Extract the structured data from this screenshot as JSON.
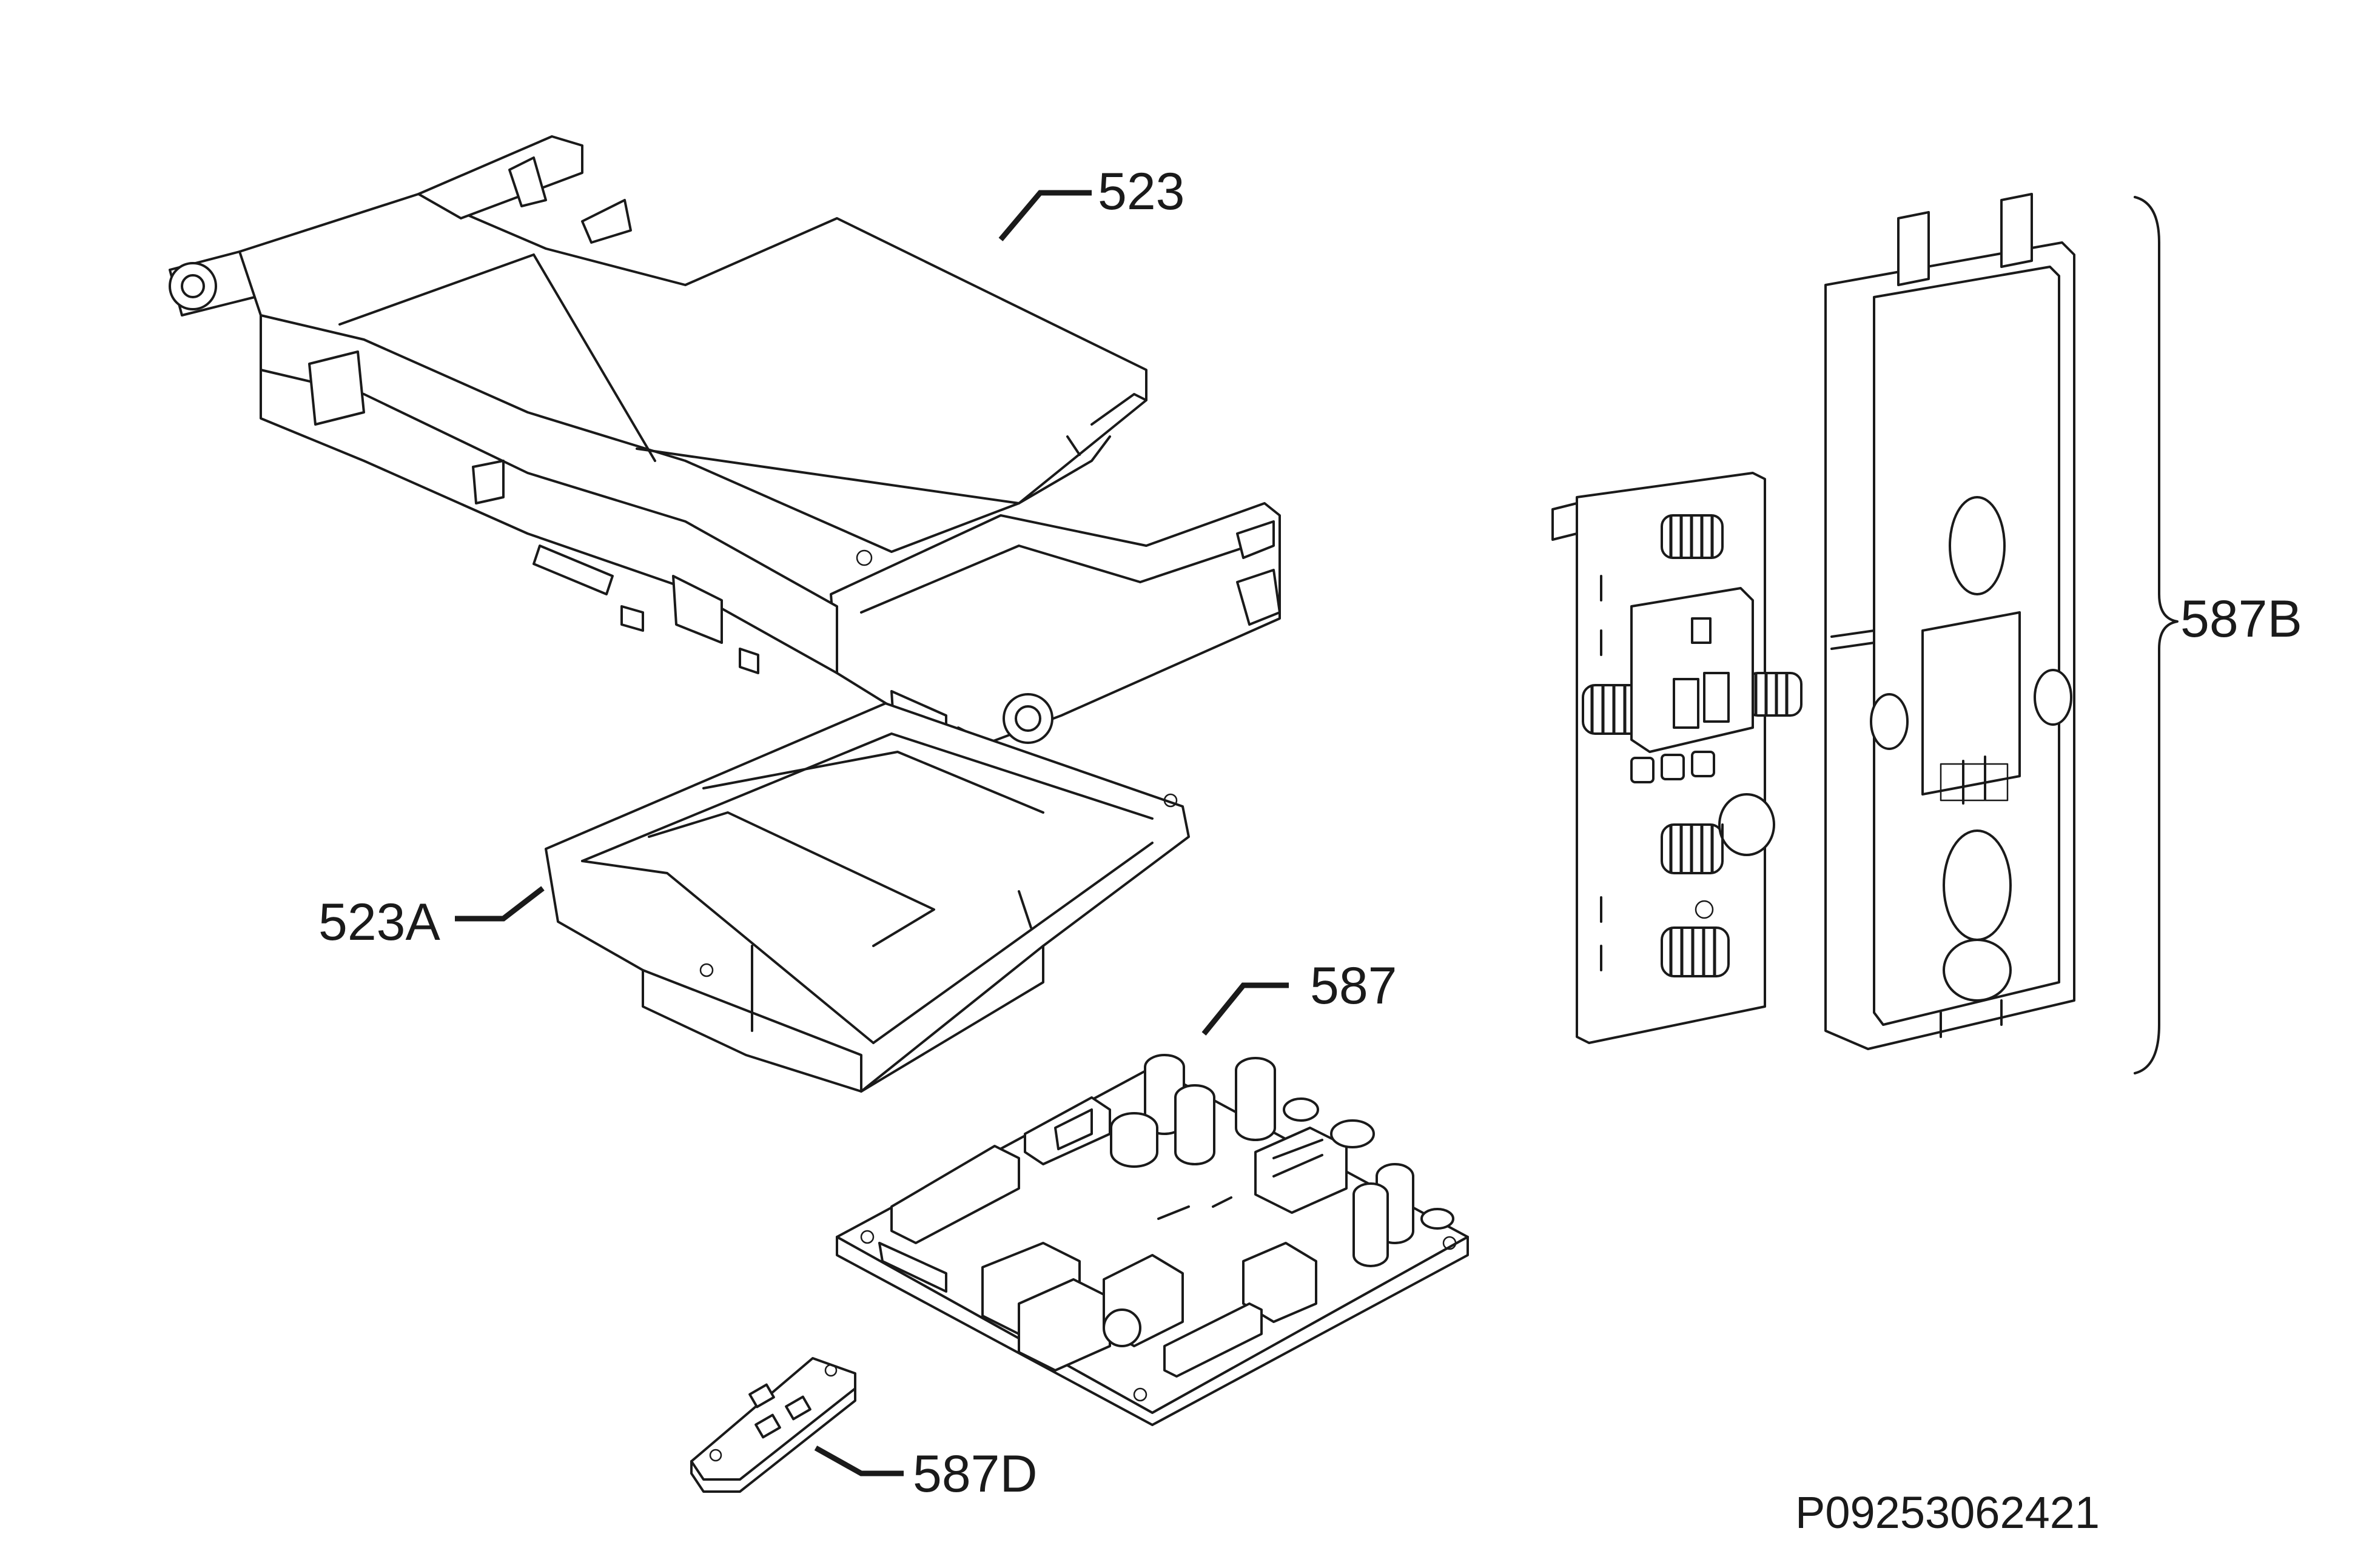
{
  "callouts": {
    "part_523": "523",
    "part_523a": "523A",
    "part_587": "587",
    "part_587b": "587B",
    "part_587d": "587D"
  },
  "document_id": "P09253062421",
  "colors": {
    "line": "#1a1a1a",
    "background": "#ffffff"
  }
}
